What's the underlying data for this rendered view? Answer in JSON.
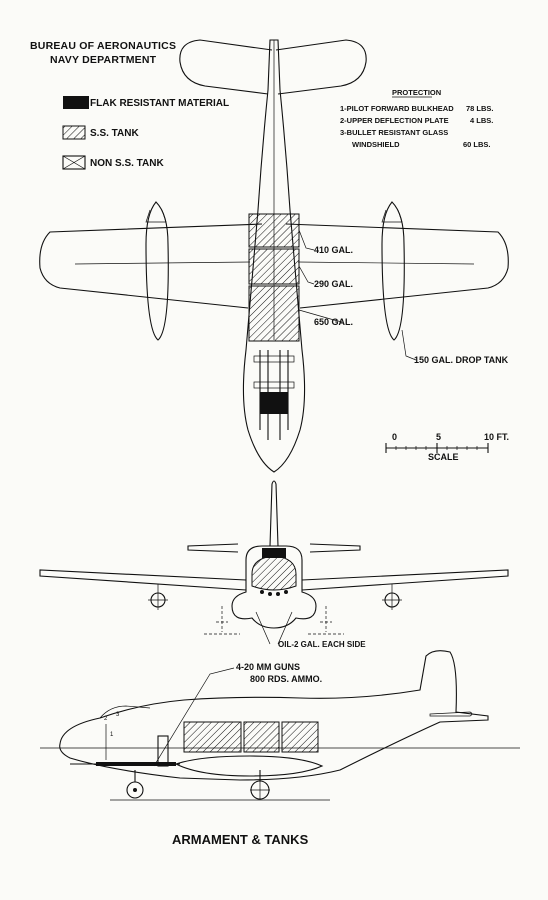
{
  "header": {
    "line1": "BUREAU OF AERONAUTICS",
    "line2": "NAVY DEPARTMENT"
  },
  "legend": {
    "flak": "FLAK RESISTANT MATERIAL",
    "ss_tank": "S.S. TANK",
    "non_ss_tank": "NON S.S. TANK"
  },
  "protection": {
    "title": "PROTECTION",
    "items": [
      {
        "label": "1-PILOT FORWARD BULKHEAD",
        "weight": "78 LBS."
      },
      {
        "label": "2-UPPER DEFLECTION PLATE",
        "weight": "4 LBS."
      },
      {
        "label": "3-BULLET RESISTANT GLASS",
        "weight": ""
      },
      {
        "label": "WINDSHIELD",
        "weight": "60 LBS."
      }
    ]
  },
  "tanks": {
    "t1": "410 GAL.",
    "t2": "290 GAL.",
    "t3": "650 GAL.",
    "drop": "150 GAL. DROP TANK",
    "oil": "OIL-2 GAL. EACH SIDE"
  },
  "scale": {
    "zero": "0",
    "five": "5",
    "ten": "10 FT.",
    "label": "SCALE"
  },
  "armament": {
    "guns": "4-20 MM GUNS",
    "ammo": "800 RDS. AMMO."
  },
  "side_markers": {
    "m2": "2",
    "m3": "3",
    "m1": "1"
  },
  "caption": "ARMAMENT & TANKS"
}
